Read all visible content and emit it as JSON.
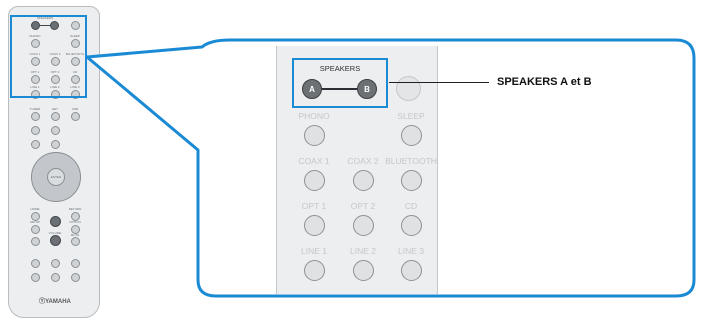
{
  "callout": {
    "label": "SPEAKERS A et B"
  },
  "zoom_panel": {
    "speakers_title": "SPEAKERS",
    "speaker_a": "A",
    "speaker_b": "B",
    "rows": [
      {
        "labels": [
          "PHONO",
          "",
          "SLEEP"
        ]
      },
      {
        "labels": [
          "COAX 1",
          "COAX 2",
          "BLUETOOTH"
        ]
      },
      {
        "labels": [
          "OPT 1",
          "OPT 2",
          "CD"
        ]
      },
      {
        "labels": [
          "LINE 1",
          "LINE 2",
          "LINE 3"
        ]
      }
    ]
  },
  "remote": {
    "brand": "ⓎYAMAHA",
    "small_labels": {
      "speakers": "SPEAKERS",
      "phono": "PHONO",
      "sleep": "SLEEP",
      "coax1": "COAX 1",
      "coax2": "COAX 2",
      "bluetooth": "BLUETOOTH",
      "opt1": "OPT 1",
      "opt2": "OPT 2",
      "cd": "CD",
      "line1": "LINE 1",
      "line2": "LINE 2",
      "line3": "LINE 3",
      "tuner": "TUNER",
      "net": "NET",
      "usb": "USB",
      "enter": "ENTER",
      "home": "HOME",
      "return": "RETURN",
      "setup": "SETUP",
      "option": "OPTION",
      "volume": "VOLUME",
      "mute": "MUTE"
    }
  },
  "colors": {
    "highlight": "#1a8ad4",
    "remote_body": "#eceeef",
    "button_dark": "#6d7176"
  }
}
